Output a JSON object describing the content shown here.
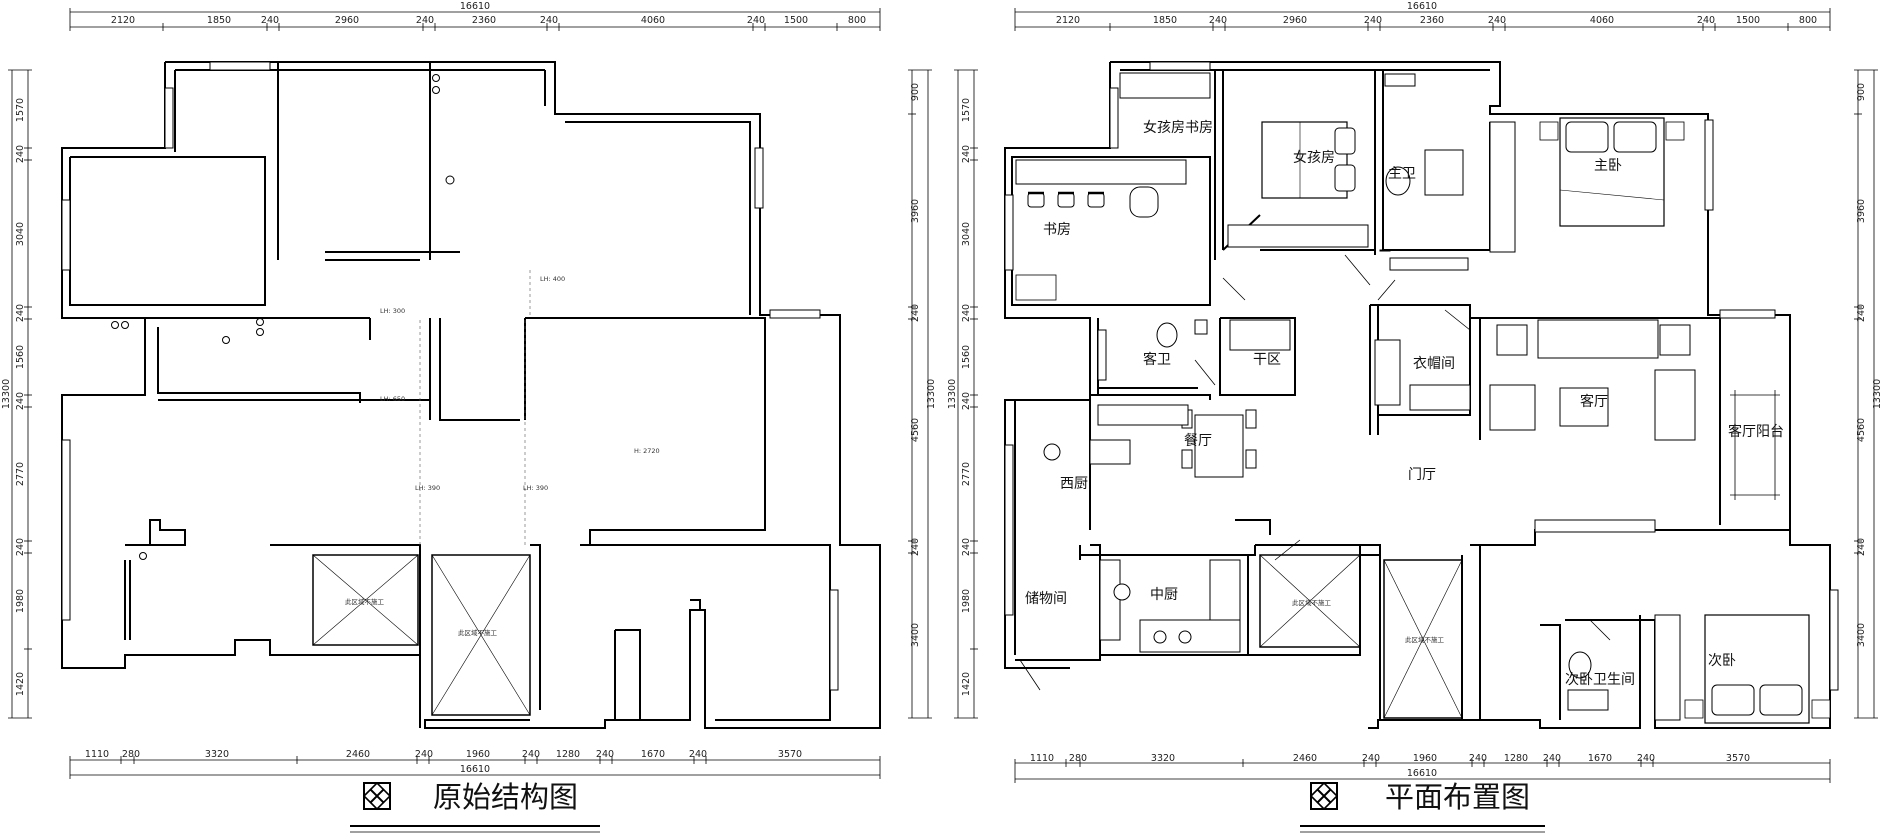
{
  "left_plan": {
    "title": "原始结构图",
    "top_dims": [
      "2120",
      "1850",
      "240",
      "2960",
      "240",
      "2360",
      "240",
      "4060",
      "240",
      "1500",
      "800"
    ],
    "top_total": "16610",
    "bottom_dims": [
      "1110",
      "280",
      "3320",
      "2460",
      "240",
      "1960",
      "240",
      "1280",
      "240",
      "1670",
      "240",
      "3570"
    ],
    "bottom_total": "16610",
    "left_dims": [
      "1570",
      "240",
      "3040",
      "240",
      "1560",
      "240",
      "2770",
      "240",
      "1980",
      "1420"
    ],
    "left_total": "13300",
    "right_dims": [
      "900",
      "3960",
      "240",
      "4560",
      "240",
      "3400"
    ],
    "right_total": "13300",
    "notes": [
      "LH: 400",
      "LH: 300",
      "LH: 650",
      "LH: 390",
      "LH: 390",
      "H: 2720",
      "此区域不施工",
      "此区域不施工"
    ]
  },
  "right_plan": {
    "title": "平面布置图",
    "top_dims": [
      "2120",
      "1850",
      "240",
      "2960",
      "240",
      "2360",
      "240",
      "4060",
      "240",
      "1500",
      "800"
    ],
    "top_total": "16610",
    "bottom_dims": [
      "1110",
      "280",
      "3320",
      "2460",
      "240",
      "1960",
      "240",
      "1280",
      "240",
      "1670",
      "240",
      "3570"
    ],
    "bottom_total": "16610",
    "left_dims": [
      "1570",
      "240",
      "3040",
      "240",
      "1560",
      "240",
      "2770",
      "240",
      "1980",
      "1420"
    ],
    "left_total": "13300",
    "right_dims": [
      "900",
      "3960",
      "240",
      "4560",
      "240",
      "3400"
    ],
    "right_total": "13300",
    "rooms": [
      "女孩房书房",
      "女孩房",
      "主卫",
      "主卧",
      "书房",
      "客卫",
      "干区",
      "衣帽间",
      "客厅",
      "客厅阳台",
      "餐厅",
      "西厨",
      "门厅",
      "储物间",
      "中厨",
      "次卧",
      "次卧卫生间"
    ],
    "notes": [
      "此区域不施工",
      "此区域不施工"
    ]
  }
}
